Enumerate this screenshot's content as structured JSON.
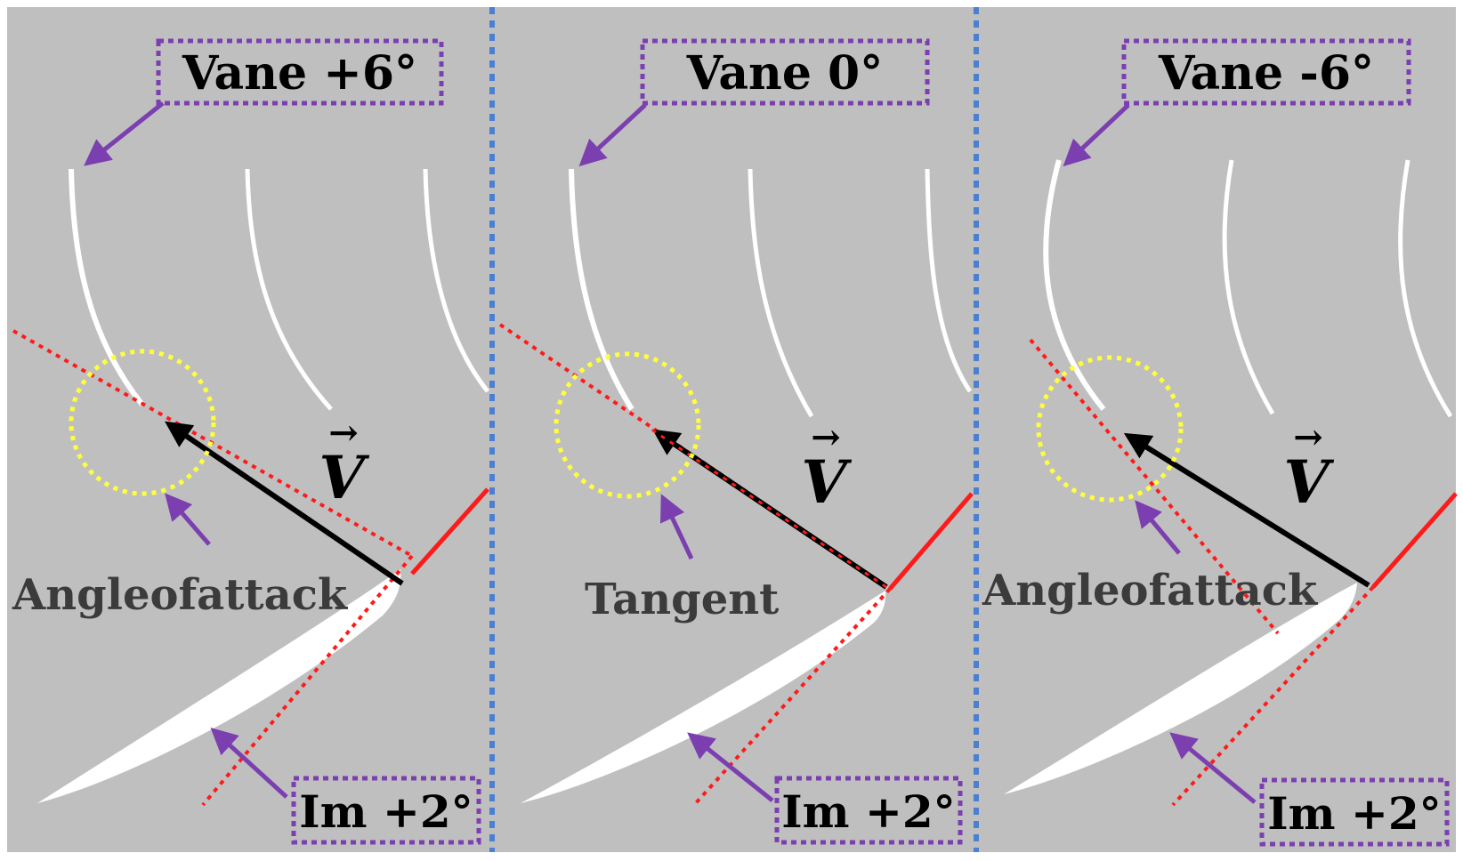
{
  "colors": {
    "background": "#bfbfbf",
    "divider": "#4a7fd1",
    "box_border": "#7b3fb0",
    "pointer_arrow": "#7b3fb0",
    "tangent_line": "#ff1a1a",
    "highlight_circle": "#ffff3c",
    "velocity_arrow": "#000000",
    "blade": "#ffffff"
  },
  "panels": [
    {
      "vane_label": "Vane +6°",
      "im_label": "Im +2°",
      "annotation": "Angleofattack",
      "vector_symbol": "V",
      "vector_accent": "→"
    },
    {
      "vane_label": "Vane 0°",
      "im_label": "Im +2°",
      "annotation": "Tangent",
      "vector_symbol": "V",
      "vector_accent": "→"
    },
    {
      "vane_label": "Vane -6°",
      "im_label": "Im +2°",
      "annotation": "Angleofattack",
      "vector_symbol": "V",
      "vector_accent": "→"
    }
  ]
}
